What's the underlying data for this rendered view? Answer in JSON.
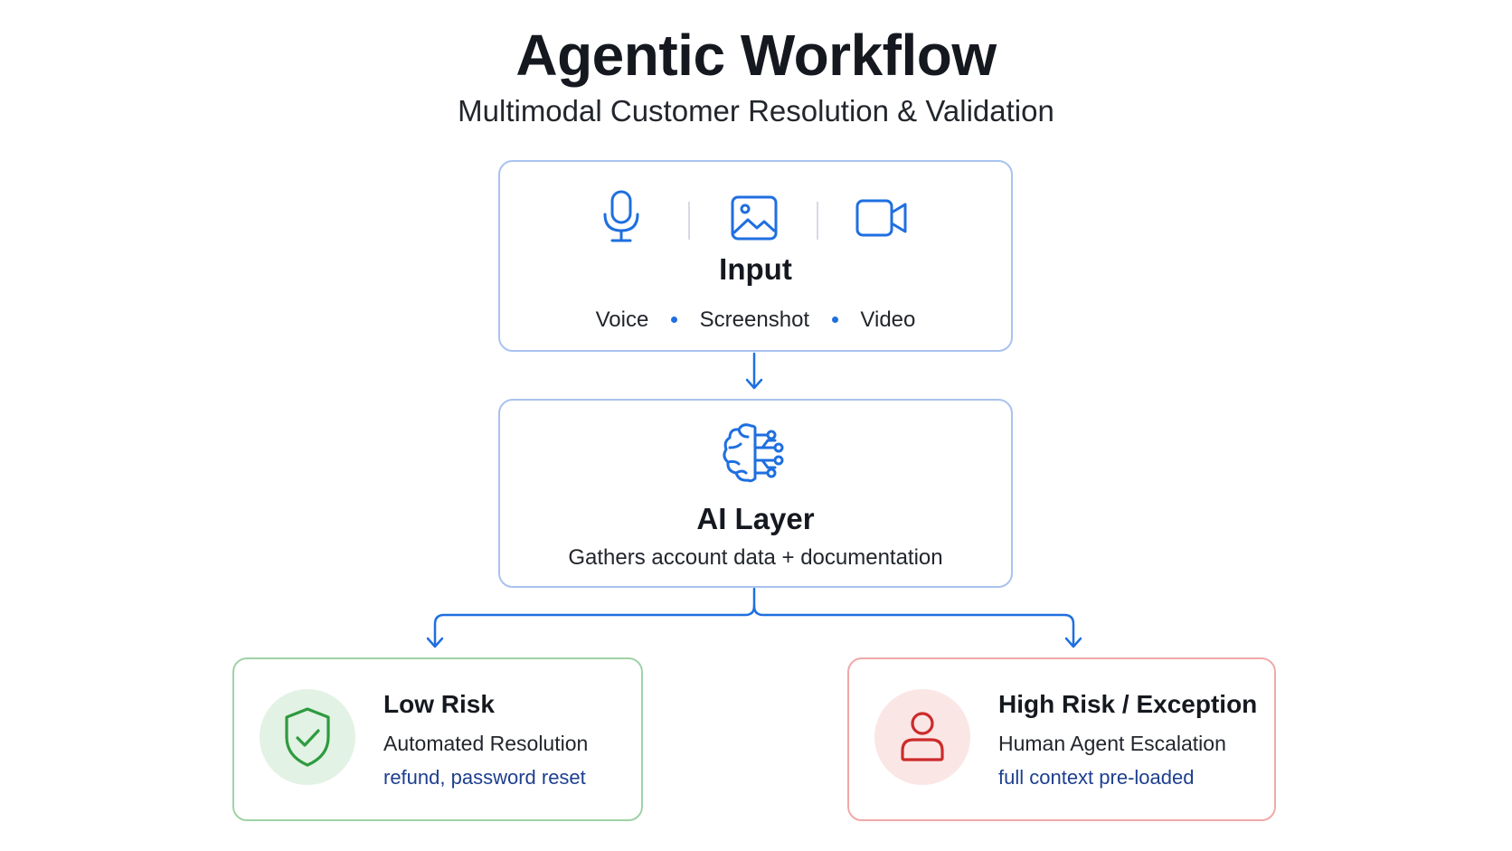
{
  "title": "Agentic Workflow",
  "subtitle": "Multimodal Customer Resolution & Validation",
  "input": {
    "heading": "Input",
    "modalities": [
      "Voice",
      "Screenshot",
      "Video"
    ],
    "icons": [
      "microphone-icon",
      "image-icon",
      "video-camera-icon"
    ]
  },
  "ai_layer": {
    "heading": "AI Layer",
    "description": "Gathers account data + documentation",
    "icon": "brain-circuit-icon"
  },
  "low_risk": {
    "heading": "Low Risk",
    "outcome": "Automated Resolution",
    "examples": "refund, password reset",
    "icon": "shield-check-icon"
  },
  "high_risk": {
    "heading": "High Risk / Exception",
    "outcome": "Human Agent Escalation",
    "examples": "full context pre-loaded",
    "icon": "person-icon"
  },
  "colors": {
    "accent_blue": "#1f6fe0",
    "low_risk_green": "#2e9a3f",
    "high_risk_red": "#cc2b2b",
    "note_text": "#1d3f8f"
  }
}
